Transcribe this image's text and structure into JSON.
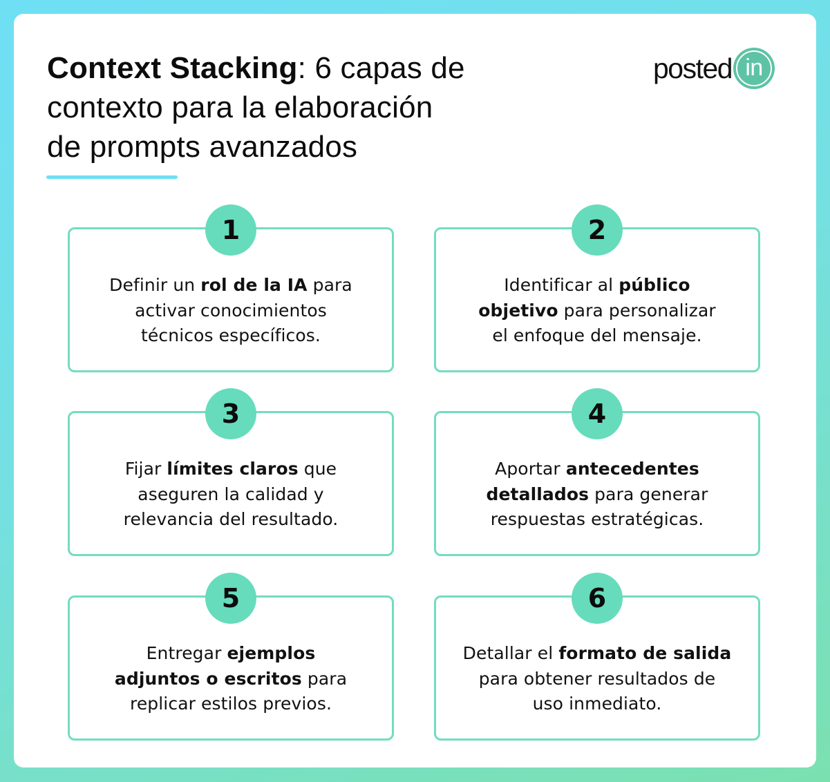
{
  "header": {
    "title_bold": "Context Stacking",
    "title_rest_line1": ": 6 capas de",
    "title_line2": "contexto para la elaboración",
    "title_line3": "de prompts avanzados",
    "accent_color": "#6fdff5"
  },
  "logo": {
    "text": "posted",
    "badge_text": "in",
    "badge_color": "#5ec3a4"
  },
  "colors": {
    "card_border": "#74dcbf",
    "badge_fill": "#66dcbc",
    "background_start": "#6fdff5",
    "background_end": "#7be0b0"
  },
  "steps": [
    {
      "number": "1",
      "line1_pre": "Definir un ",
      "line1_bold": "rol de la IA",
      "line1_post": " para",
      "line2": "activar conocimientos",
      "line3": "técnicos específicos."
    },
    {
      "number": "2",
      "line1_pre": "Identificar al ",
      "line1_bold": "público",
      "line2_bold": "objetivo",
      "line2_post": " para personalizar",
      "line3": "el enfoque del mensaje."
    },
    {
      "number": "3",
      "line1_pre": "Fijar ",
      "line1_bold": "límites claros",
      "line1_post": " que",
      "line2": "aseguren la calidad y",
      "line3": "relevancia del resultado."
    },
    {
      "number": "4",
      "line1_pre": "Aportar ",
      "line1_bold": "antecedentes",
      "line2_bold": "detallados",
      "line2_post": " para generar",
      "line3": "respuestas estratégicas."
    },
    {
      "number": "5",
      "line1_pre": "Entregar ",
      "line1_bold": "ejemplos",
      "line2_bold": "adjuntos o escritos",
      "line2_post": " para",
      "line3": "replicar estilos previos."
    },
    {
      "number": "6",
      "line1_pre": "Detallar el ",
      "line1_bold": "formato de salida",
      "line2": "para obtener resultados de",
      "line3": "uso inmediato."
    }
  ]
}
